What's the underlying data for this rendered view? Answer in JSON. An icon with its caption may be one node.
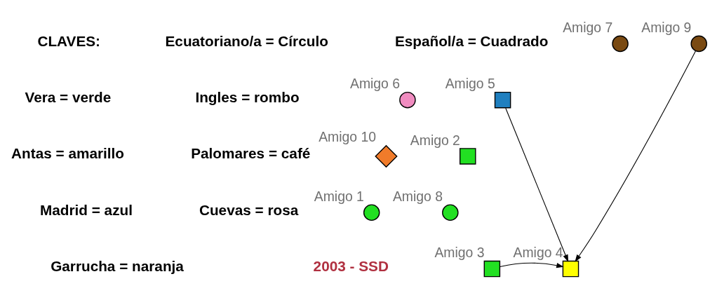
{
  "diagram": {
    "nodes": [
      {
        "text": [],
        "shape": "circle",
        "beside": [
          "Amigo 7"
        ]
      },
      {
        "text": [],
        "shape": "box",
        "beside": [
          "Amigo 5"
        ]
      },
      {
        "text": [],
        "shape": "circle",
        "beside": [
          "Amigo 9"
        ]
      },
      {
        "text": [],
        "shape": "circle",
        "beside": [
          "Amigo 6"
        ]
      },
      {
        "text": [],
        "shape": "diamond",
        "beside": [
          "Amigo 10"
        ]
      },
      {
        "text": [],
        "shape": "box",
        "beside": [
          "Amigo 2"
        ]
      },
      {
        "text": [],
        "shape": "circle",
        "beside": [
          "Amigo 1"
        ]
      },
      {
        "text": [],
        "shape": "box",
        "beside": [
          "Amigo 4"
        ]
      },
      {
        "text": [],
        "shape": "circle",
        "beside": [
          "Amigo 8"
        ]
      },
      {
        "text": [],
        "shape": "box",
        "beside": [
          "Amigo 3"
        ]
      }
    ],
    "edges": [
      {
        "from": 1,
        "to": 7,
        "arrow": "to"
      },
      {
        "from": 2,
        "to": 7,
        "arrow": "to"
      },
      {
        "from": 9,
        "to": 7,
        "arrow": "to"
      }
    ],
    "labels": [
      "CLAVES:",
      "Ecuatoriano/a = Círculo",
      "Español/a = Cuadrado",
      "Vera = verde",
      "Antas = amarillo",
      "Ingles = rombo",
      "Palomares = café",
      "Madrid = azul",
      "Cuevas = rosa",
      "Garrucha = naranja",
      "2003 - SSD"
    ]
  }
}
